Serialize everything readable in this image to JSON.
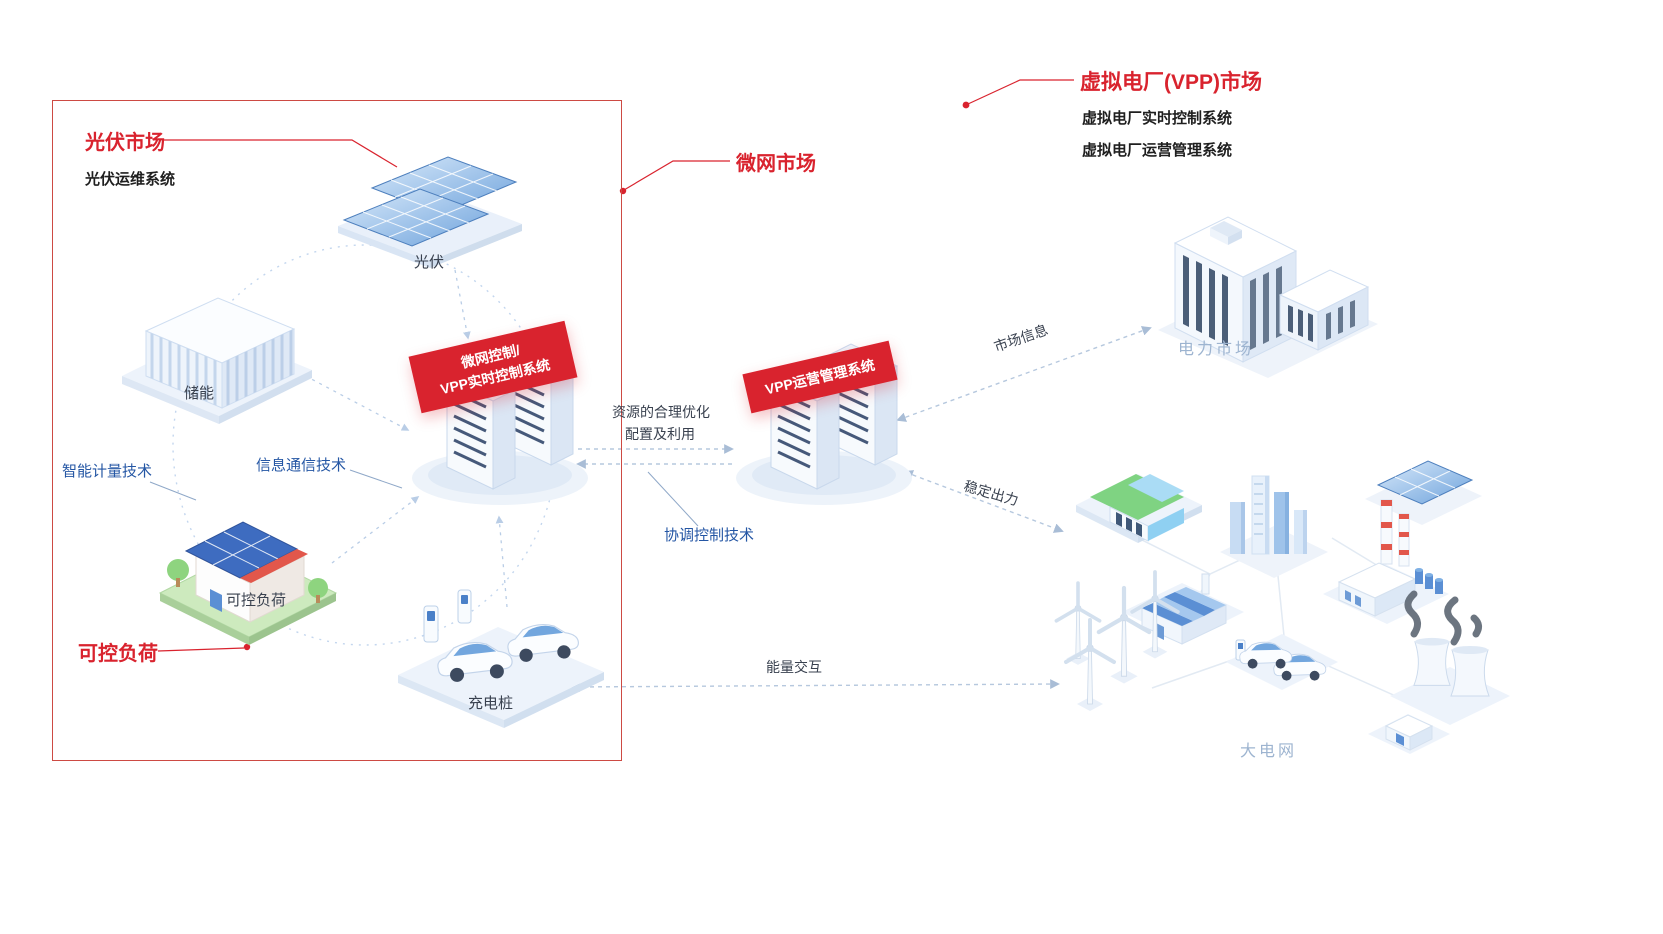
{
  "colors": {
    "red": "#d9232e",
    "blue": "#2456a4",
    "muted_blue": "#9db4d0"
  },
  "microgrid": {
    "market_label": "微网市场",
    "pv_market_title": "光伏市场",
    "pv_market_subtitle": "光伏运维系统",
    "pv_label": "光伏",
    "storage_label": "储能",
    "smart_metering_label": "智能计量技术",
    "ict_label": "信息通信技术",
    "house_label": "可控负荷",
    "controllable_load_title": "可控负荷",
    "control_banner_line1": "微网控制/",
    "control_banner_line2": "VPP实时控制系统",
    "charging_label": "充电桩"
  },
  "vpp": {
    "banner": "VPP运营管理系统",
    "market_title": "虚拟电厂(VPP)市场",
    "system_line1": "虚拟电厂实时控制系统",
    "system_line2": "虚拟电厂运营管理系统"
  },
  "connections": {
    "resource_line1": "资源的合理优化",
    "resource_line2": "配置及利用",
    "coordination_label": "协调控制技术",
    "market_info_label": "市场信息",
    "stable_output_label": "稳定出力",
    "energy_exchange_label": "能量交互"
  },
  "grid": {
    "power_market_label": "电力市场",
    "big_grid_label": "大电网"
  }
}
